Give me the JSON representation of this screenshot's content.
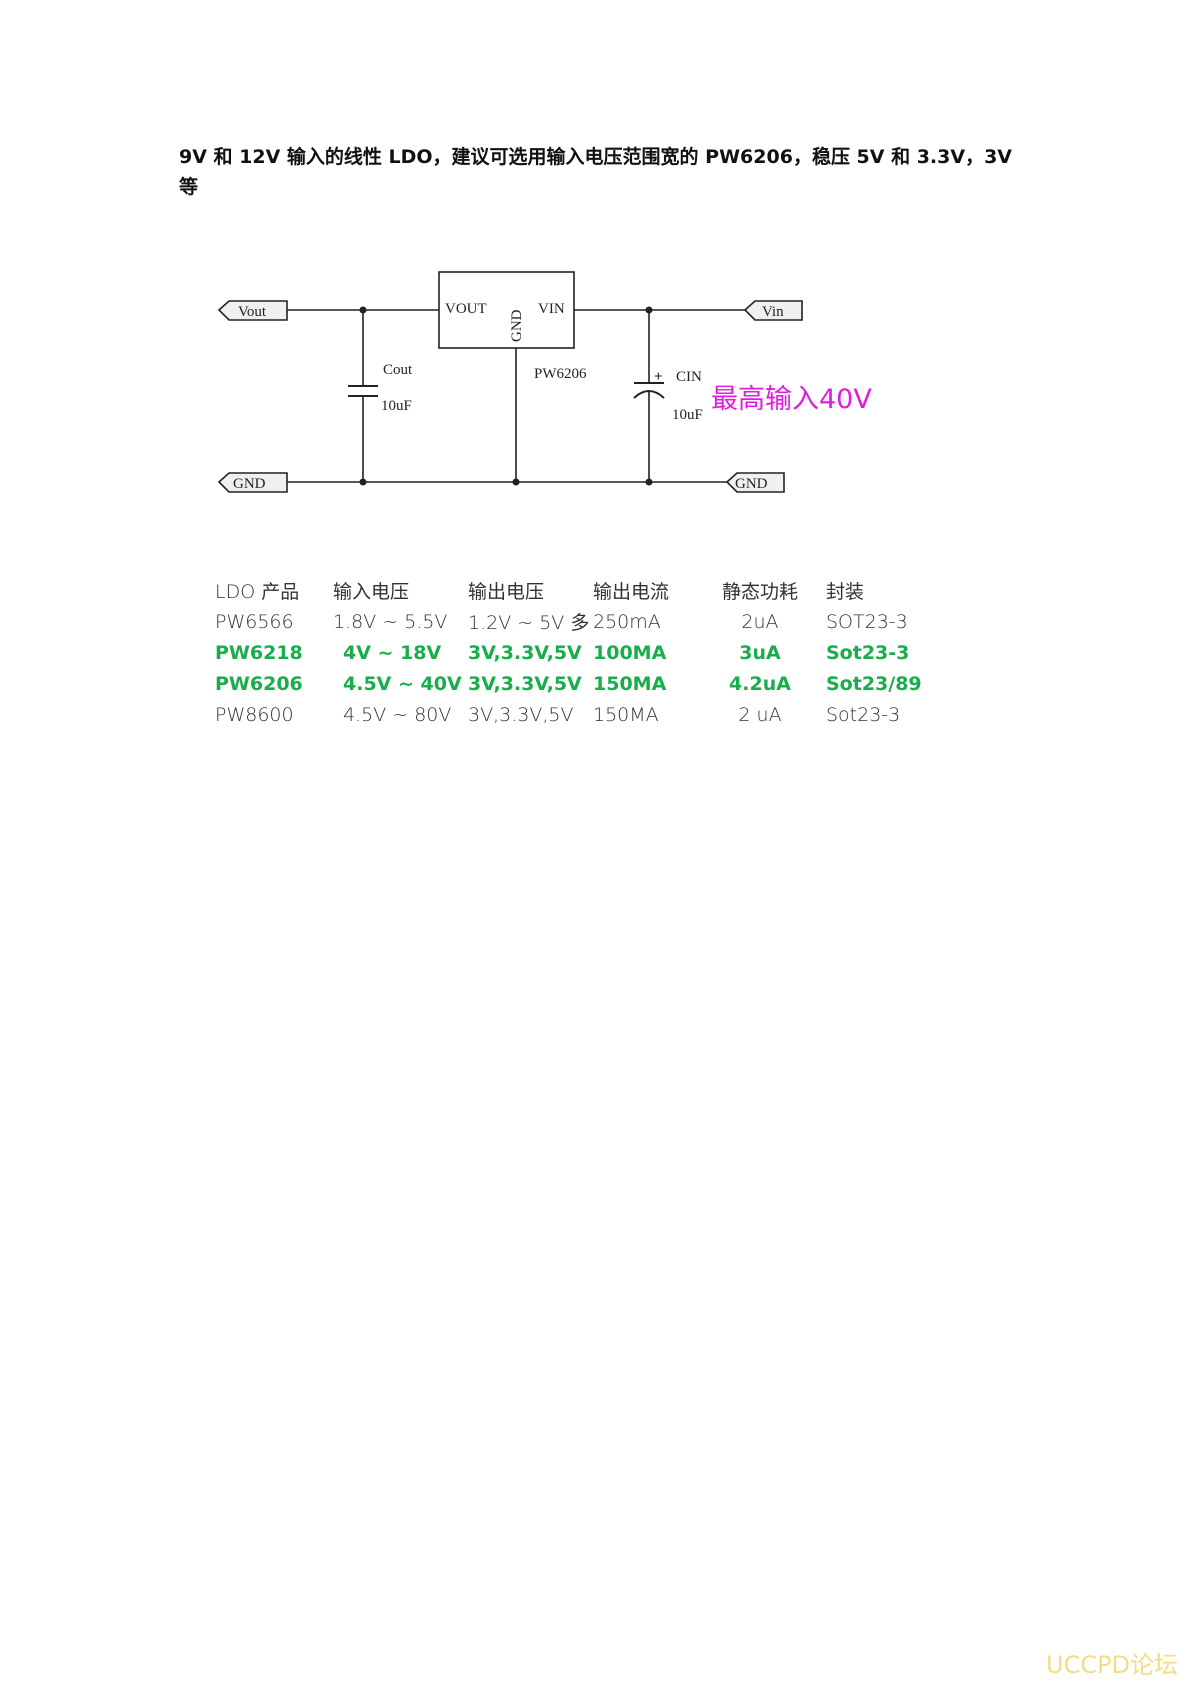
{
  "title": "9V 和 12V 输入的线性 LDO，建议可选用输入电压范围宽的 PW6206，稳压 5V 和 3.3V，3V 等",
  "circuit": {
    "ports": {
      "vout": "Vout",
      "vin": "Vin",
      "gnd_left": "GND",
      "gnd_right": "GND"
    },
    "ic": {
      "name": "PW6206",
      "pin_vout": "VOUT",
      "pin_vin": "VIN",
      "pin_gnd": "GND"
    },
    "cout": {
      "name": "Cout",
      "value": "10uF"
    },
    "cin": {
      "name": "CIN",
      "value": "10uF",
      "polarity": "+"
    },
    "note": "最高输入40V",
    "note_color": "#e21be0"
  },
  "table": {
    "headers": [
      "LDO 产品",
      "输入电压",
      "输出电压",
      "输出电流",
      "静态功耗",
      "封装"
    ],
    "rows": [
      {
        "cells": [
          "PW6566",
          "1.8V ~ 5.5V",
          "1.2V ~ 5V 多",
          "250mA",
          "2uA",
          "SOT23-3"
        ],
        "highlight": false
      },
      {
        "cells": [
          "PW6218",
          "4V ~ 18V",
          "3V,3.3V,5V",
          "100MA",
          "3uA",
          "Sot23-3"
        ],
        "highlight": true
      },
      {
        "cells": [
          "PW6206",
          "4.5V ~ 40V",
          "3V,3.3V,5V",
          "150MA",
          "4.2uA",
          "Sot23/89"
        ],
        "highlight": true
      },
      {
        "cells": [
          "PW8600",
          "4.5V ~ 80V",
          "3V,3.3V,5V",
          "150MA",
          "2 uA",
          "Sot23-3"
        ],
        "highlight": false
      }
    ],
    "highlight_color": "#19ad4b"
  },
  "watermark": "UCCPD论坛"
}
